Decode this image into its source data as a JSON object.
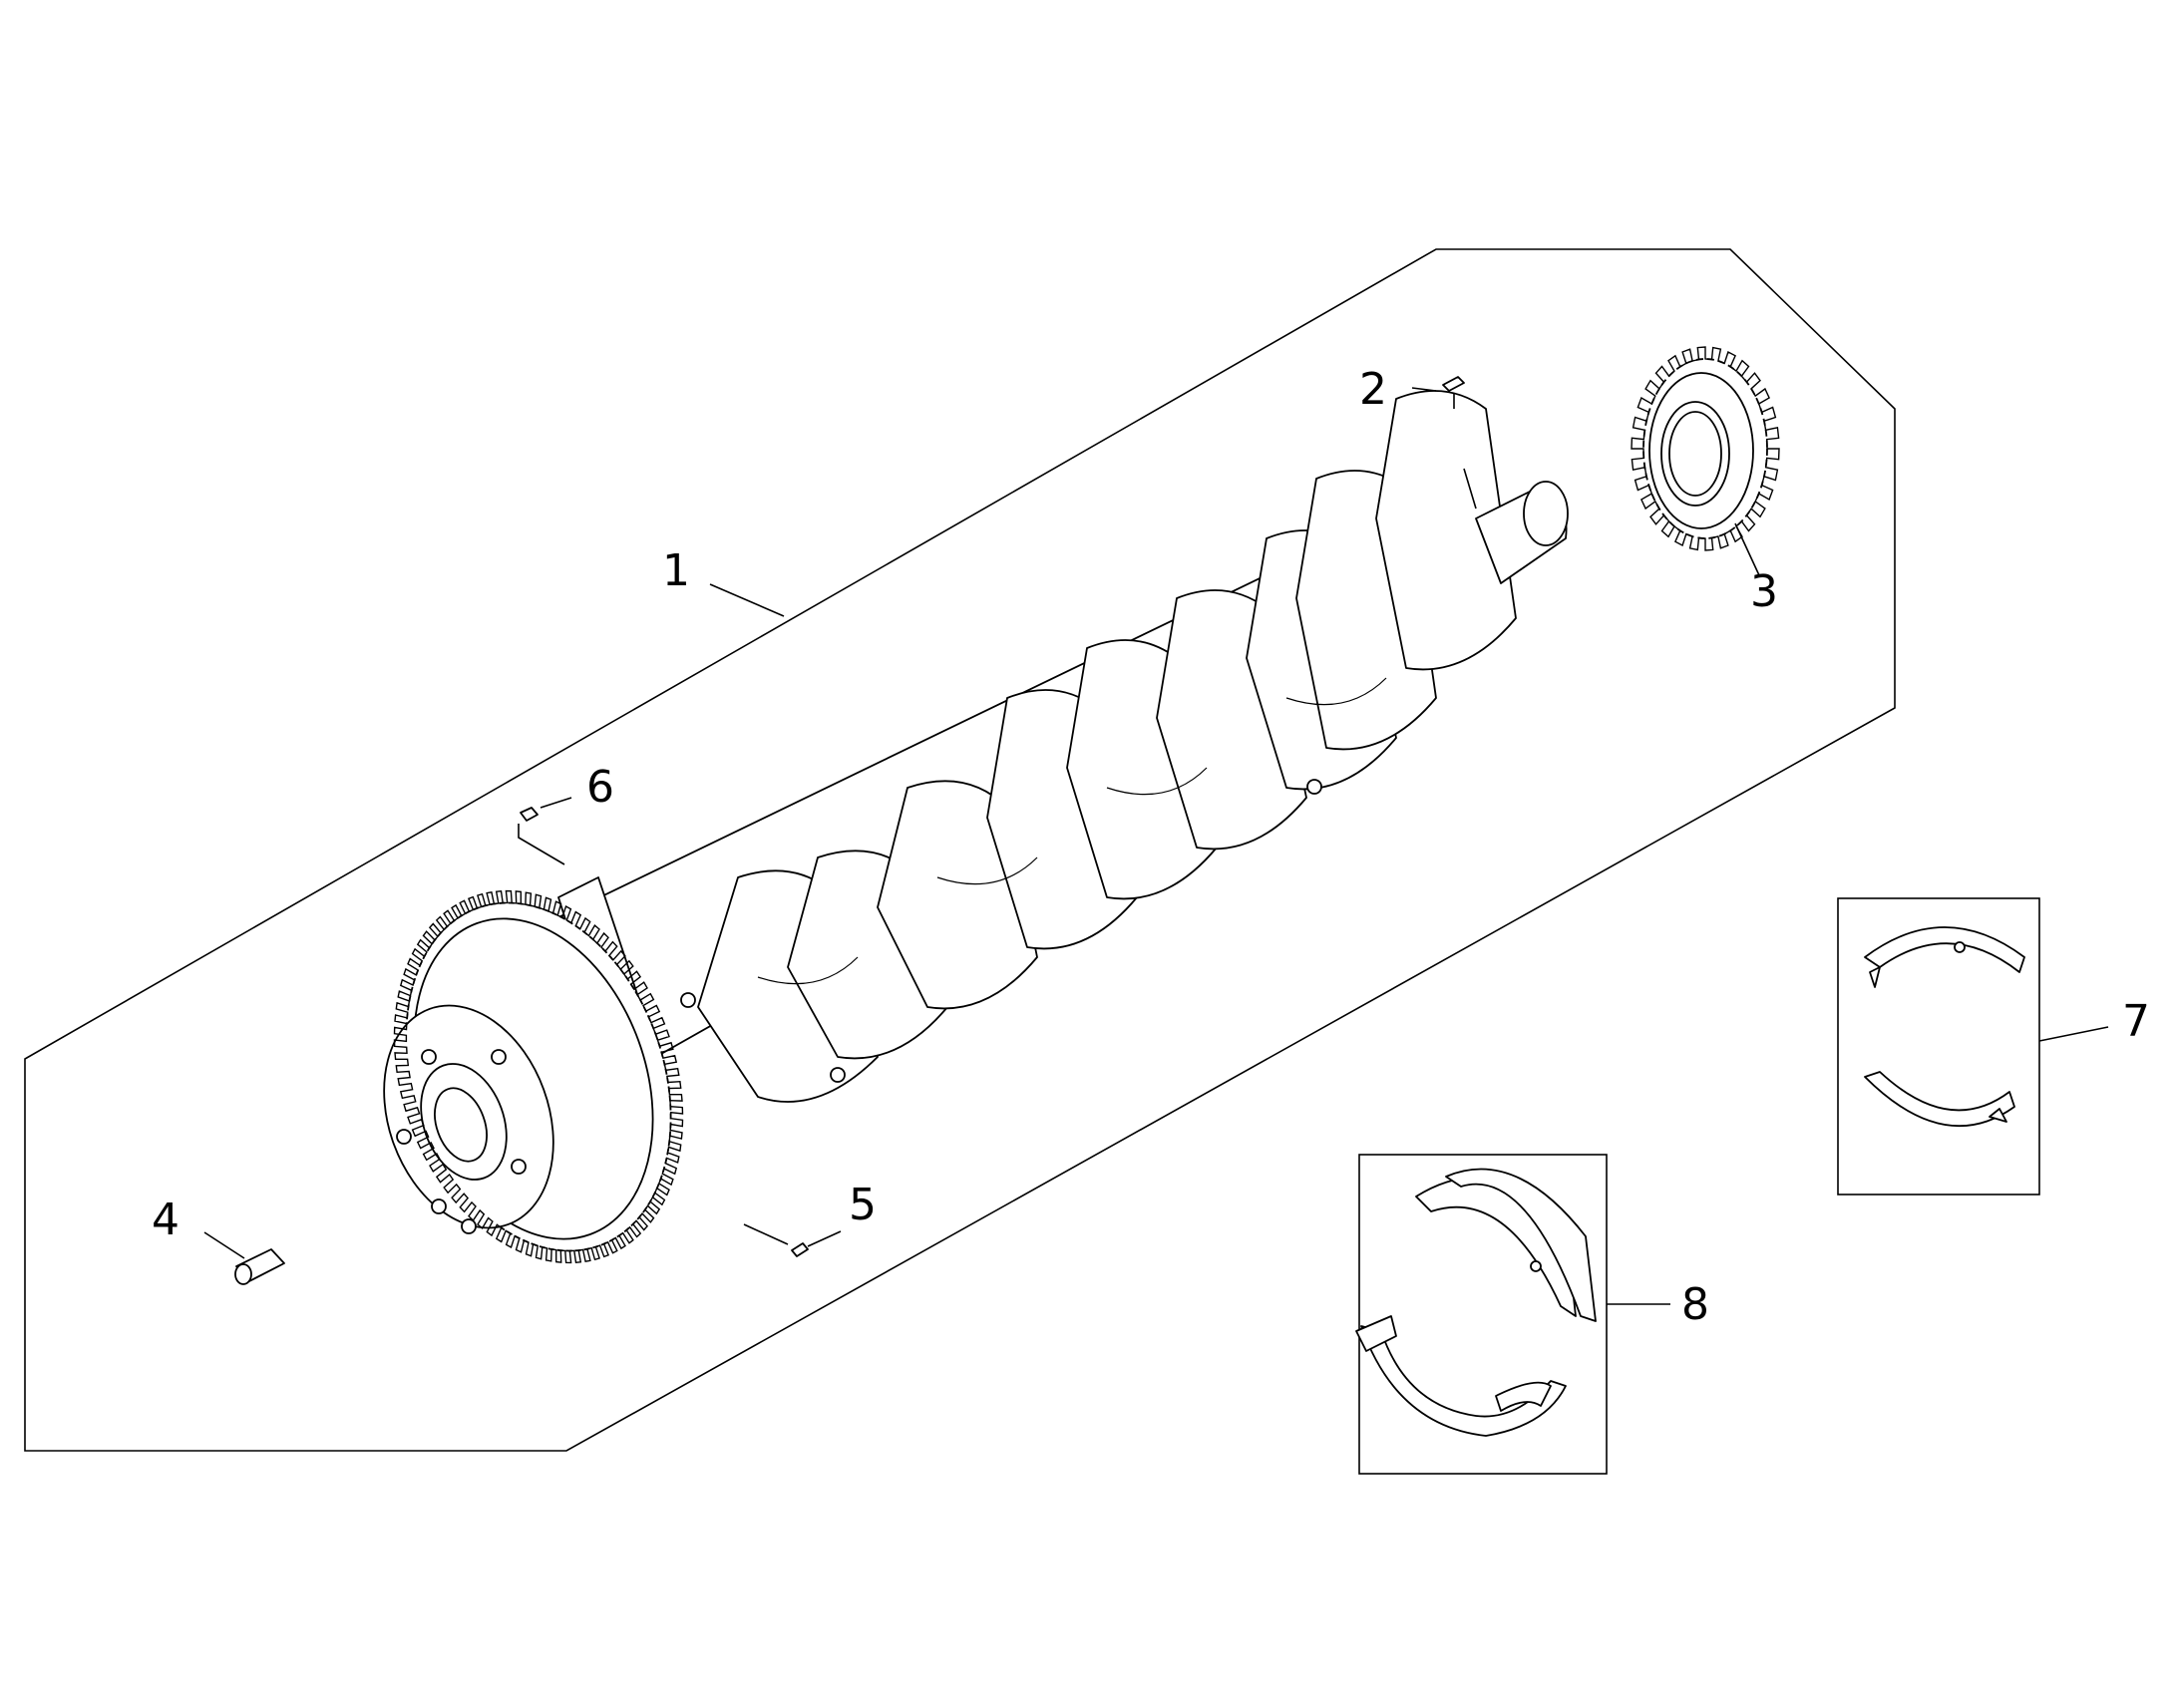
{
  "callouts": {
    "c1": "1",
    "c2": "2",
    "c3": "3",
    "c4": "4",
    "c5": "5",
    "c6": "6",
    "c7": "7",
    "c8": "8"
  },
  "line_color": "#000000",
  "background_color": "#ffffff"
}
